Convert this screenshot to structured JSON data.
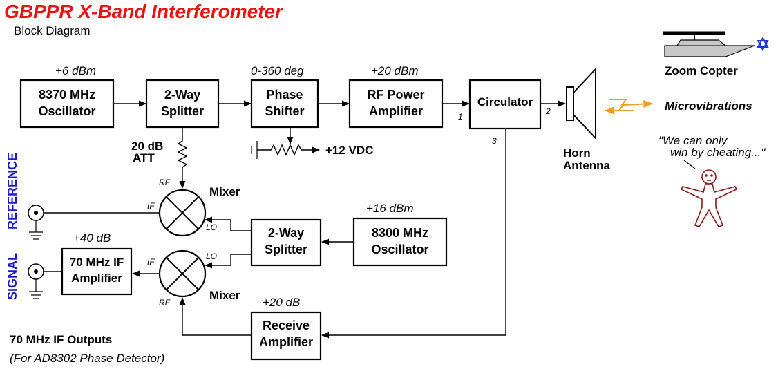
{
  "header": {
    "title": "GBPPR X-Band Interferometer",
    "subtitle": "Block Diagram"
  },
  "blocks": {
    "osc8370": {
      "line1": "8370 MHz",
      "line2": "Oscillator",
      "level": "+6 dBm"
    },
    "splitter_top": {
      "line1": "2-Way",
      "line2": "Splitter"
    },
    "phase_shifter": {
      "line1": "Phase",
      "line2": "Shifter",
      "level": "0-360 deg"
    },
    "rf_amp": {
      "line1": "RF Power",
      "line2": "Amplifier",
      "level": "+20 dBm"
    },
    "circulator": {
      "line1": "Circulator",
      "port1": "1",
      "port2": "2",
      "port3": "3"
    },
    "osc8300": {
      "line1": "8300 MHz",
      "line2": "Oscillator",
      "level": "+16 dBm"
    },
    "splitter_lo": {
      "line1": "2-Way",
      "line2": "Splitter"
    },
    "if_amp": {
      "line1": "70 MHz IF",
      "line2": "Amplifier",
      "level": "+40 dB"
    },
    "rx_amp": {
      "line1": "Receive",
      "line2": "Amplifier",
      "level": "+20 dB"
    }
  },
  "attenuator": {
    "line1": "20 dB",
    "line2": "ATT"
  },
  "vdc": "+12 VDC",
  "mixers": {
    "top": {
      "label": "Mixer",
      "rf": "RF",
      "if": "IF",
      "lo": "LO"
    },
    "bottom": {
      "label": "Mixer",
      "rf": "RF",
      "if": "IF",
      "lo": "LO"
    }
  },
  "horn": {
    "line1": "Horn",
    "line2": "Antenna"
  },
  "side_labels": {
    "reference": "REFERENCE",
    "signal": "SIGNAL"
  },
  "outputs": {
    "line1": "70 MHz IF Outputs",
    "line2": "(For AD8302 Phase Detector)"
  },
  "copter": {
    "label": "Zoom Copter"
  },
  "microvibrations": "Microvibrations",
  "quote": {
    "line1": "\"We can only",
    "line2": "win by cheating...\""
  },
  "colors": {
    "title": "#ee1111",
    "side": "#1a1ad6",
    "wave": "#f0a020",
    "figure": "#8b1a1a",
    "star": "#1a3ad6"
  }
}
